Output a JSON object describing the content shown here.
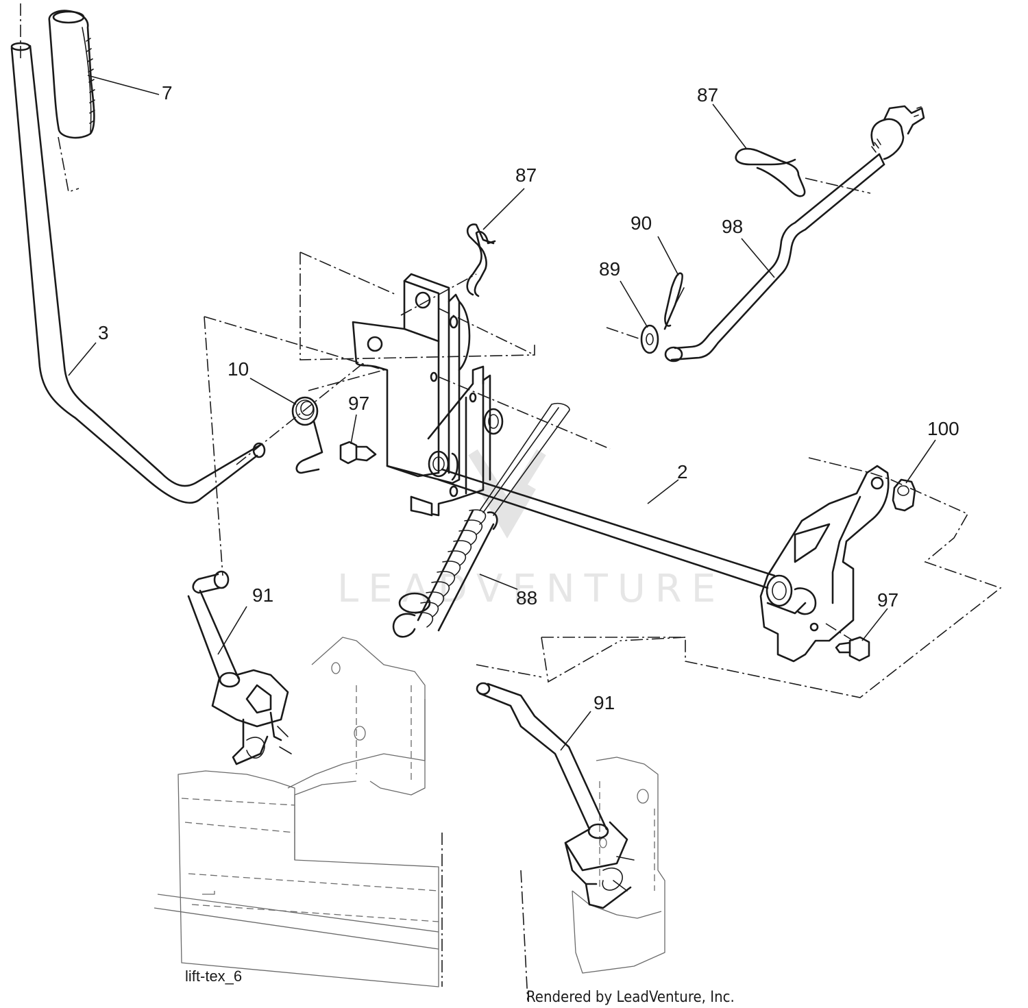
{
  "callouts": [
    "7",
    "87",
    "87",
    "90",
    "98",
    "89",
    "3",
    "10",
    "97",
    "100",
    "2",
    "91",
    "88",
    "97",
    "91"
  ],
  "diagram_id": "lift-tex_6",
  "credit": "Rendered by LeadVenture, Inc.",
  "watermark": "LEADVENTURE"
}
